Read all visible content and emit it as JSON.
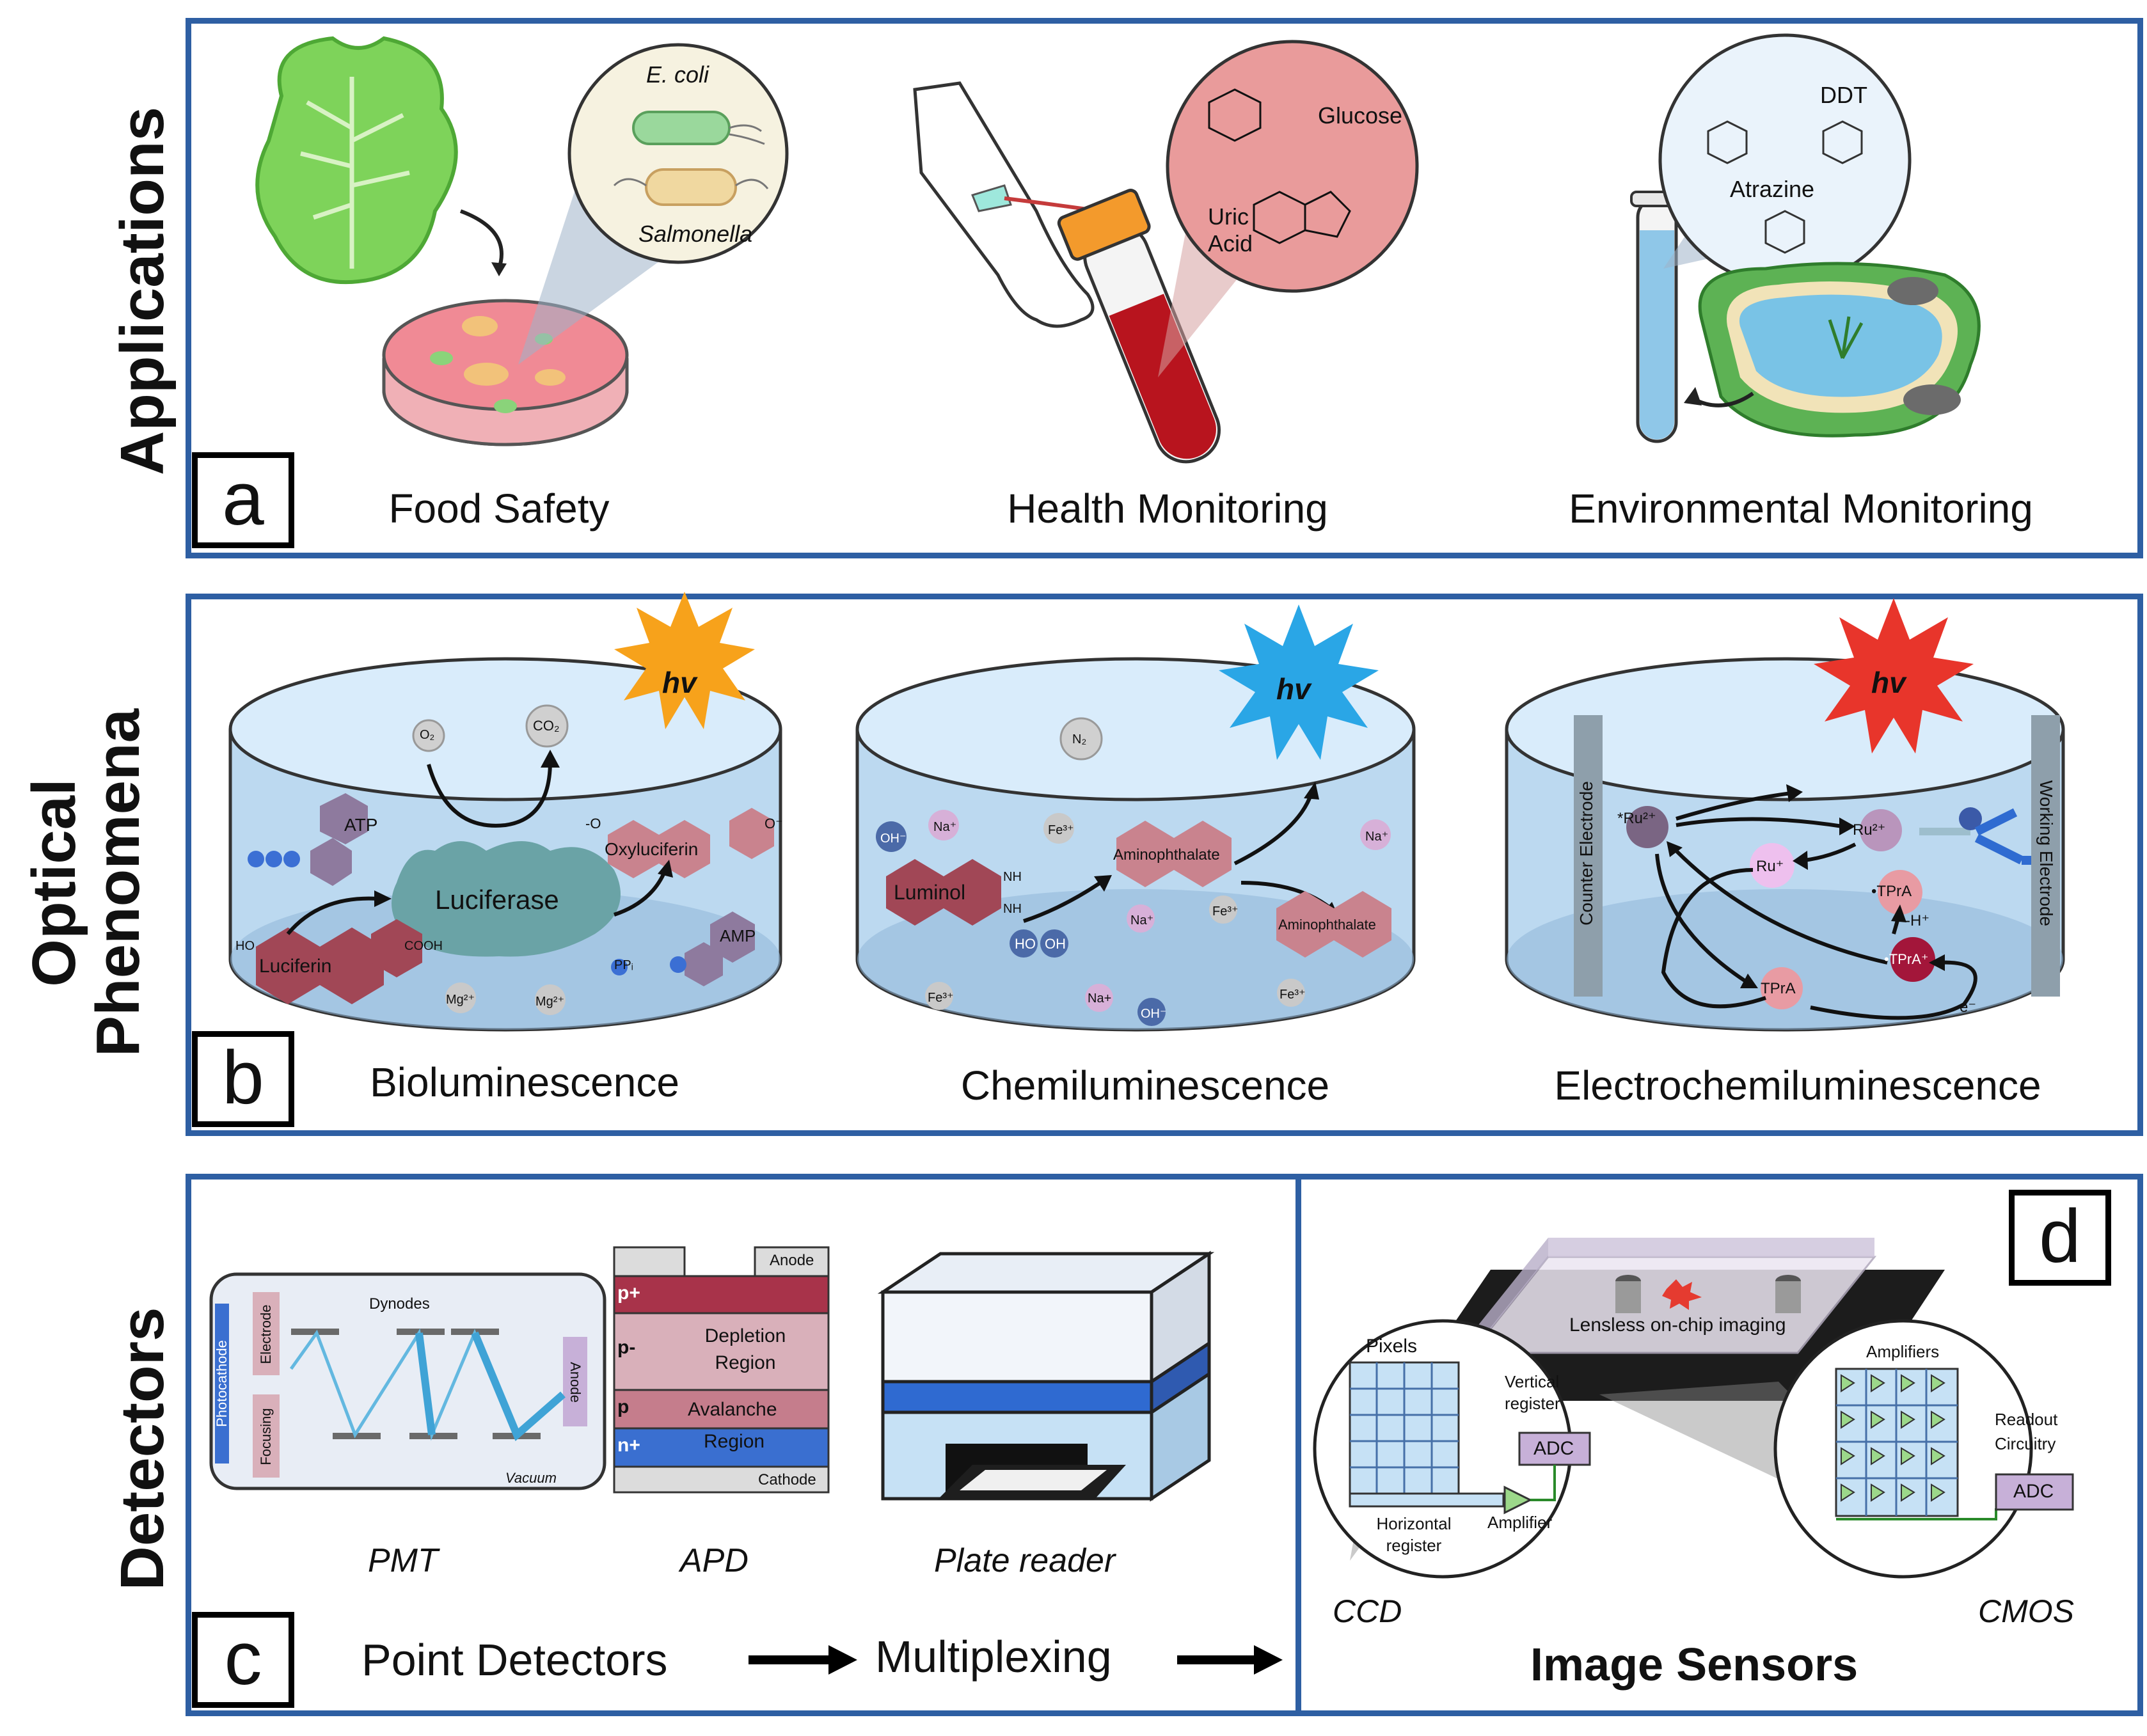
{
  "side_labels": {
    "applications": "Applications",
    "optical_line1": "Optical",
    "optical_line2": "Phenomena",
    "detectors": "Detectors"
  },
  "panel_a": {
    "letter": "a",
    "captions": [
      "Food Safety",
      "Health Monitoring",
      "Environmental Monitoring"
    ],
    "food": {
      "organism1": "E. coli",
      "organism2": "Salmonella"
    },
    "health": {
      "molecule1": "Glucose",
      "molecule2_line1": "Uric",
      "molecule2_line2": "Acid"
    },
    "environment": {
      "molecule1": "DDT",
      "molecule2": "Atrazine"
    }
  },
  "panel_b": {
    "letter": "b",
    "captions": [
      "Bioluminescence",
      "Chemiluminescence",
      "Electrochemiluminescence"
    ],
    "photon": "hv",
    "biolum": {
      "o2": "O₂",
      "co2": "CO₂",
      "atp": "ATP",
      "enzyme": "Luciferase",
      "substrate": "Luciferin",
      "product": "Oxyluciferin",
      "amp": "AMP",
      "ppi": "PPᵢ",
      "mg1": "Mg²⁺",
      "mg2": "Mg²⁺",
      "ho": "HO",
      "cooh": "COOH",
      "o_left": "-O",
      "o_right": "O⁻"
    },
    "chemilum": {
      "n2": "N₂",
      "oh1": "OH⁻",
      "na1": "Na⁺",
      "fe1": "Fe³⁺",
      "luminol": "Luminol",
      "nh1": "NH",
      "nh2": "NH",
      "ho": "HO",
      "oh": "OH",
      "excited_product": "Aminophthalate",
      "product": "Aminophthalate",
      "na2": "Na⁺",
      "fe2": "Fe³⁺",
      "na3": "Na⁺",
      "fe3": "Fe³⁺",
      "na4": "Na+",
      "oh2": "OH⁻",
      "fe4": "Fe³⁺"
    },
    "ecl": {
      "counter": "Counter Electrode",
      "working": "Working Electrode",
      "ru_excited": "*Ru²⁺",
      "ru2": "Ru²⁺",
      "ru_plus": "Ru⁺",
      "tpra_rad": "•TPrA",
      "tpra_cat": "•TPrA⁺",
      "tpra": "TPrA",
      "minus_h": "-H⁺",
      "minus_e": "-e⁻"
    },
    "colors": {
      "bio_star": "#f7a21b",
      "chemi_star": "#2aa6e6",
      "ecl_star": "#e8352b"
    }
  },
  "panel_c": {
    "letter": "c",
    "pmt": {
      "title": "PMT",
      "photocathode": "Photocathode",
      "electrode": "Electrode",
      "focusing": "Focusing",
      "dynodes": "Dynodes",
      "anode": "Anode",
      "vacuum": "Vacuum"
    },
    "apd": {
      "title": "APD",
      "anode": "Anode",
      "p_plus": "p+",
      "p_minus": "p-",
      "p": "p",
      "n_plus": "n+",
      "depletion_1": "Depletion",
      "depletion_2": "Region",
      "avalanche": "Avalanche",
      "region": "Region",
      "cathode": "Cathode"
    },
    "plate": {
      "title": "Plate reader"
    },
    "flow": [
      "Point Detectors",
      "Multiplexing"
    ]
  },
  "panel_d": {
    "letter": "d",
    "title": "Image Sensors",
    "chip": "Lensless on-chip imaging",
    "ccd": {
      "name": "CCD",
      "pixels": "Pixels",
      "vertical_1": "Vertical",
      "vertical_2": "register",
      "adc": "ADC",
      "horizontal_1": "Horizontal",
      "horizontal_2": "register",
      "amplifier": "Amplifier"
    },
    "cmos": {
      "name": "CMOS",
      "amplifiers": "Amplifiers",
      "readout_1": "Readout",
      "readout_2": "Circuitry",
      "adc": "ADC"
    }
  }
}
